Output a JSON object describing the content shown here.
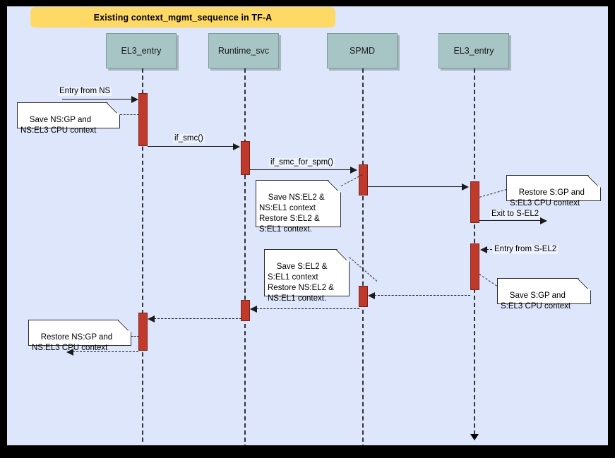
{
  "diagram": {
    "title": "Existing context_mgmt_sequence in TF-A",
    "type": "uml-sequence-diagram",
    "canvas_bg": "#dde6fb",
    "frame_border": "#000000",
    "title_bg": "#ffd966",
    "lifeline_head_bg": "#a8c5c5",
    "activation_bg": "#c0392b",
    "note_bg": "#ffffff"
  },
  "lifelines": [
    {
      "id": "el3_entry_ns",
      "label": "EL3_entry"
    },
    {
      "id": "runtime_svc",
      "label": "Runtime_svc"
    },
    {
      "id": "spmd",
      "label": "SPMD"
    },
    {
      "id": "el3_entry_s",
      "label": "EL3_entry"
    }
  ],
  "messages": [
    {
      "id": "m1",
      "label": "Entry from NS",
      "from": "external-left",
      "to": "el3_entry_ns",
      "style": "solid"
    },
    {
      "id": "m2",
      "label": "if_smc()",
      "from": "el3_entry_ns",
      "to": "runtime_svc",
      "style": "solid"
    },
    {
      "id": "m3",
      "label": "if_smc_for_spm()",
      "from": "runtime_svc",
      "to": "spmd",
      "style": "solid"
    },
    {
      "id": "m4",
      "label": "",
      "from": "spmd",
      "to": "el3_entry_s",
      "style": "solid"
    },
    {
      "id": "m5",
      "label": "Exit to S-EL2",
      "from": "el3_entry_s",
      "to": "external-right",
      "style": "solid"
    },
    {
      "id": "m6",
      "label": "Entry from S-EL2",
      "from": "external-right",
      "to": "el3_entry_s",
      "style": "dashed"
    },
    {
      "id": "m7",
      "label": "",
      "from": "el3_entry_s",
      "to": "spmd",
      "style": "dashed"
    },
    {
      "id": "m8",
      "label": "",
      "from": "spmd",
      "to": "runtime_svc",
      "style": "dashed"
    },
    {
      "id": "m9",
      "label": "",
      "from": "runtime_svc",
      "to": "el3_entry_ns",
      "style": "dashed"
    },
    {
      "id": "m10",
      "label": "",
      "from": "el3_entry_ns",
      "to": "external-left",
      "style": "dashed"
    }
  ],
  "notes": [
    {
      "id": "n1",
      "text": "Save NS:GP and\nNS:EL3 CPU context",
      "anchor": "el3_entry_ns"
    },
    {
      "id": "n2",
      "text": "Save NS:EL2 &\nNS:EL1 context\nRestore S:EL2 &\nS:EL1 context.",
      "anchor": "spmd"
    },
    {
      "id": "n3",
      "text": "Restore S:GP and\nS:EL3 CPU context",
      "anchor": "el3_entry_s"
    },
    {
      "id": "n4",
      "text": "Save S:EL2 &\nS:EL1 context\nRestore NS:EL2 &\nNS:EL1 context.",
      "anchor": "spmd"
    },
    {
      "id": "n5",
      "text": "Save S:GP and\nS:EL3 CPU context",
      "anchor": "el3_entry_s"
    },
    {
      "id": "n6",
      "text": "Restore NS:GP and\nNS:EL3 CPU context",
      "anchor": "el3_entry_ns"
    }
  ]
}
